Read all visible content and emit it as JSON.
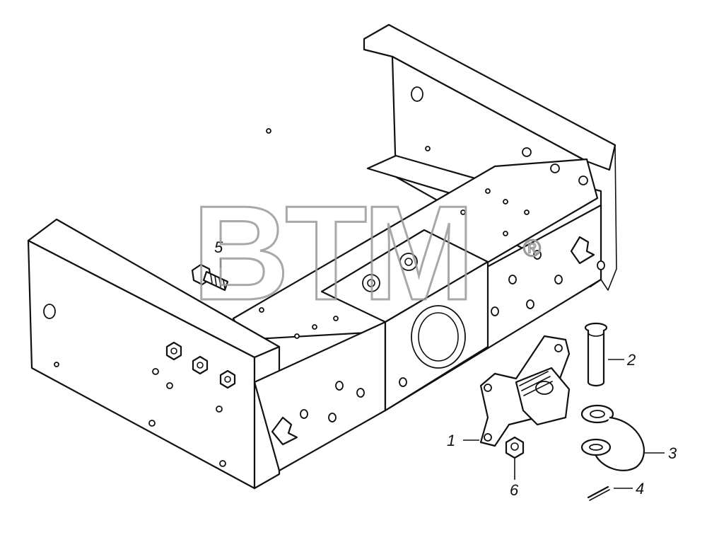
{
  "watermark": {
    "text": "BTM",
    "mark": "®",
    "color": "#9a9a9a"
  },
  "callouts": [
    {
      "id": "1",
      "label": "1"
    },
    {
      "id": "2",
      "label": "2"
    },
    {
      "id": "3",
      "label": "3"
    },
    {
      "id": "4",
      "label": "4"
    },
    {
      "id": "5",
      "label": "5"
    },
    {
      "id": "6",
      "label": "6"
    }
  ],
  "colors": {
    "line": "#111111",
    "background": "#ffffff"
  }
}
